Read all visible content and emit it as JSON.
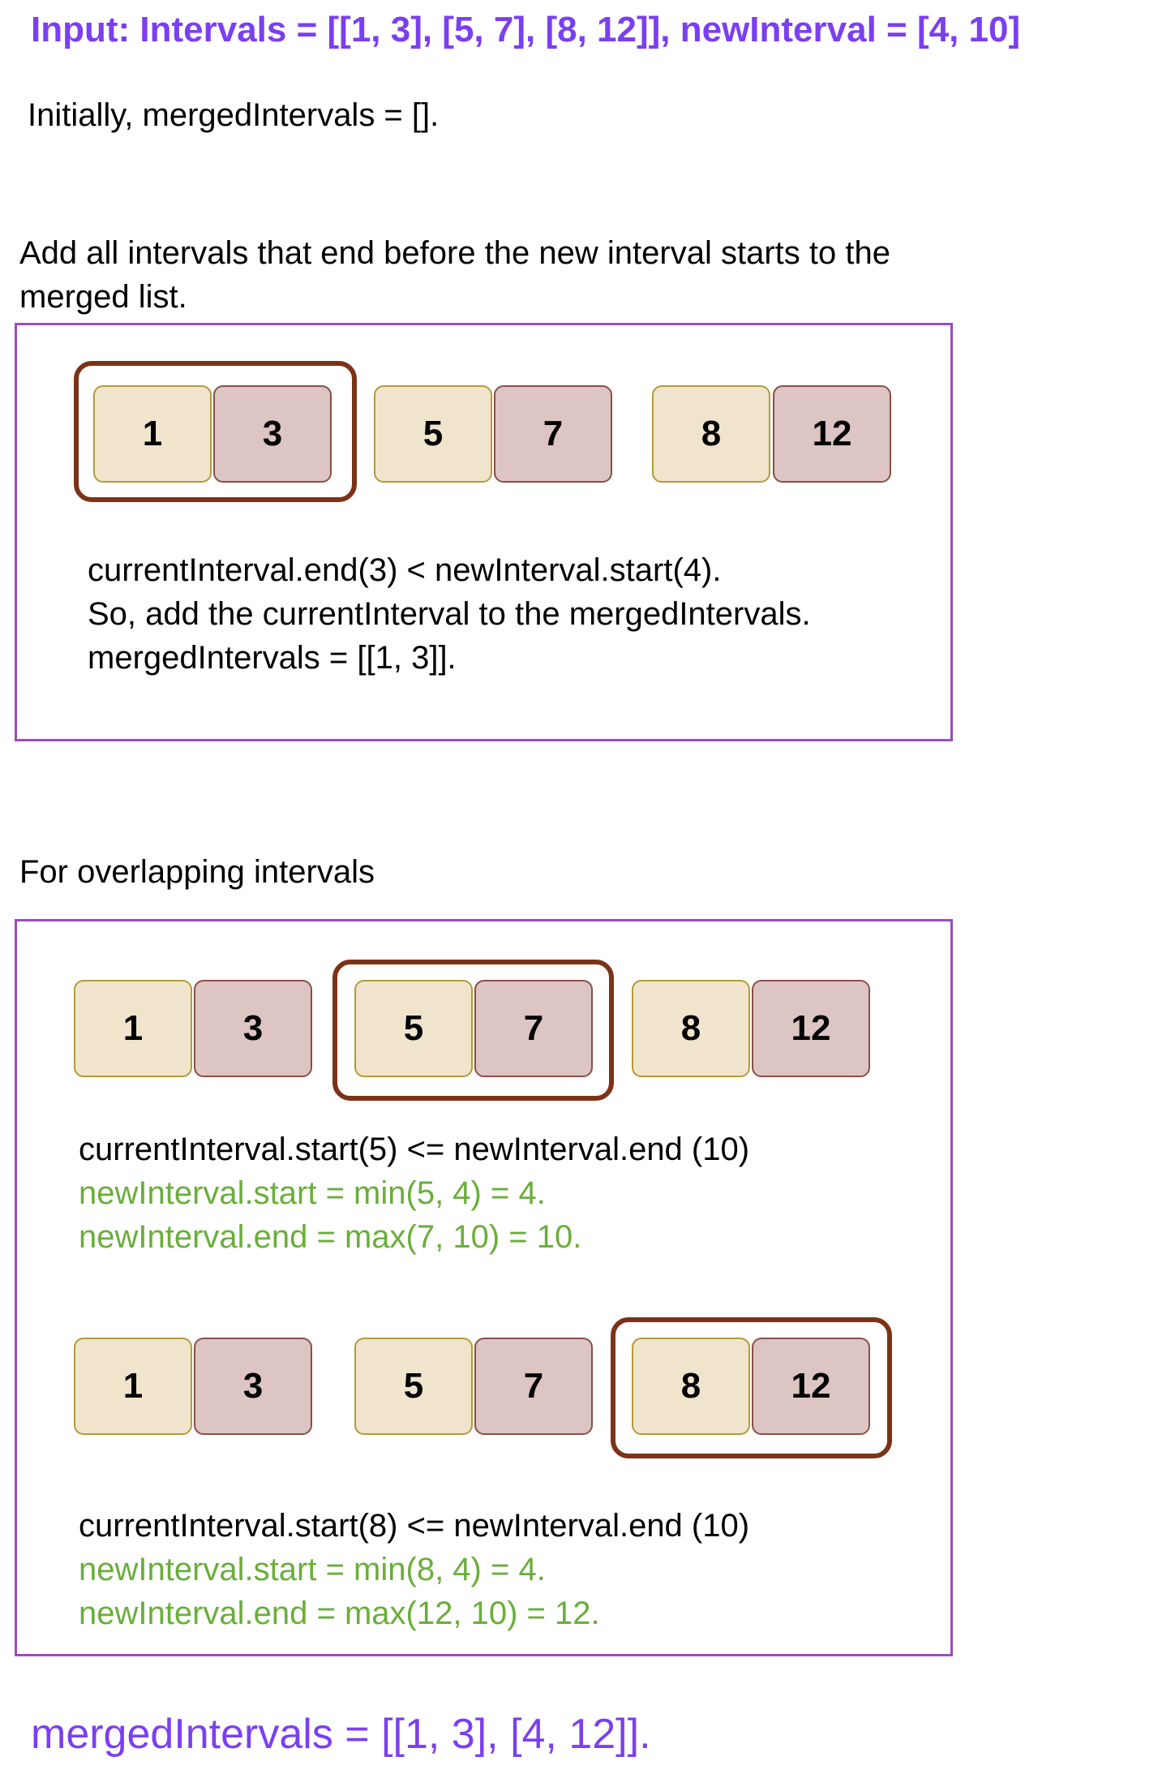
{
  "heading": "Input: Intervals = [[1, 3], [5, 7], [8, 12]], newInterval = [4, 10]",
  "initial": "Initially, mergedIntervals = [].",
  "step1": {
    "title_line1": "Add all intervals that end before the new interval starts to the",
    "title_line2": "merged list.",
    "intervals": [
      [
        "1",
        "3"
      ],
      [
        "5",
        "7"
      ],
      [
        "8",
        "12"
      ]
    ],
    "line1": "currentInterval.end(3) < newInterval.start(4).",
    "line2": "So, add the currentInterval to the mergedIntervals.",
    "line3": "mergedIntervals = [[1, 3]]."
  },
  "step2": {
    "title": "For overlapping intervals",
    "a": {
      "intervals": [
        [
          "1",
          "3"
        ],
        [
          "5",
          "7"
        ],
        [
          "8",
          "12"
        ]
      ],
      "line1": "currentInterval.start(5) <= newInterval.end (10)",
      "line2": "newInterval.start = min(5, 4) = 4.",
      "line3": "newInterval.end = max(7, 10) = 10."
    },
    "b": {
      "intervals": [
        [
          "1",
          "3"
        ],
        [
          "5",
          "7"
        ],
        [
          "8",
          "12"
        ]
      ],
      "line1": "currentInterval.start(8) <= newInterval.end (10)",
      "line2": "newInterval.start = min(8, 4) = 4.",
      "line3": "newInterval.end = max(12, 10) = 12."
    }
  },
  "result": "mergedIntervals = [[1, 3], [4, 12]].",
  "colors": {
    "heading": "#7b3ff2",
    "panel_border": "#9b4dbb",
    "highlight_border": "#7b3318",
    "start_cell": "#f0e5cc",
    "end_cell": "#dcc5c2",
    "green_text": "#6aae3a"
  }
}
